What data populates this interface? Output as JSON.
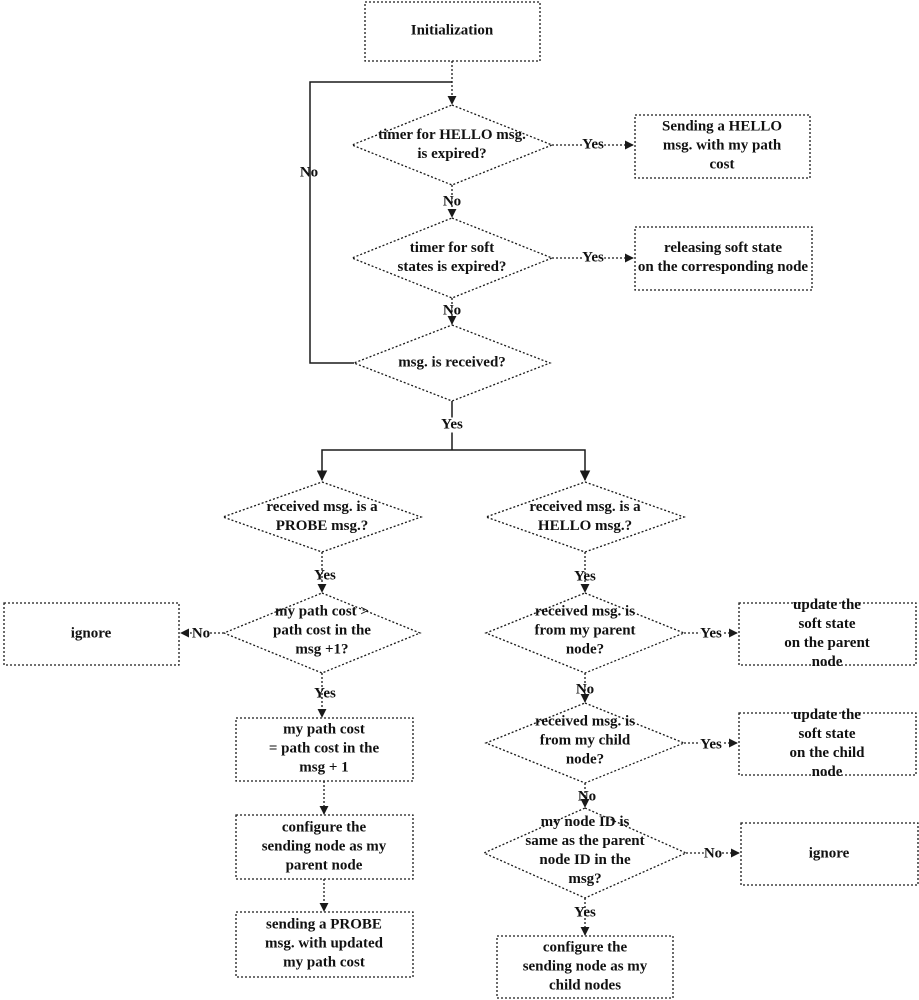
{
  "nodes": {
    "init": "Initialization",
    "d_hello_timer": "timer for HELLO msg.\nis expired?",
    "send_hello": "Sending a HELLO\nmsg. with my path\ncost",
    "d_soft_timer": "timer for soft\nstates is expired?",
    "release_soft": "releasing soft state\non the corresponding node",
    "d_msg_received": "msg. is received?",
    "d_probe": "received msg. is a\nPROBE msg.?",
    "d_hello": "received msg. is a\nHELLO msg.?",
    "d_path_cost": "my path cost >\npath cost in the\nmsg +1?",
    "ignore_left": "ignore",
    "update_cost": "my path cost\n= path cost in the\nmsg + 1",
    "configure_parent": "configure the\nsending node as my\nparent node",
    "send_probe": "sending a PROBE\nmsg. with updated\nmy path cost",
    "d_from_parent": "received msg. is\nfrom my parent\nnode?",
    "update_parent": "update the soft state\non the parent node",
    "d_from_child": "received msg. is\nfrom my child\nnode?",
    "update_child": "update the soft state\non the child node",
    "d_same_parent": "my node ID is\nsame as the parent\nnode ID in the\nmsg?",
    "ignore_right": "ignore",
    "configure_child": "configure the\nsending node as my\nchild nodes"
  },
  "labels": {
    "yes": "Yes",
    "no": "No"
  }
}
